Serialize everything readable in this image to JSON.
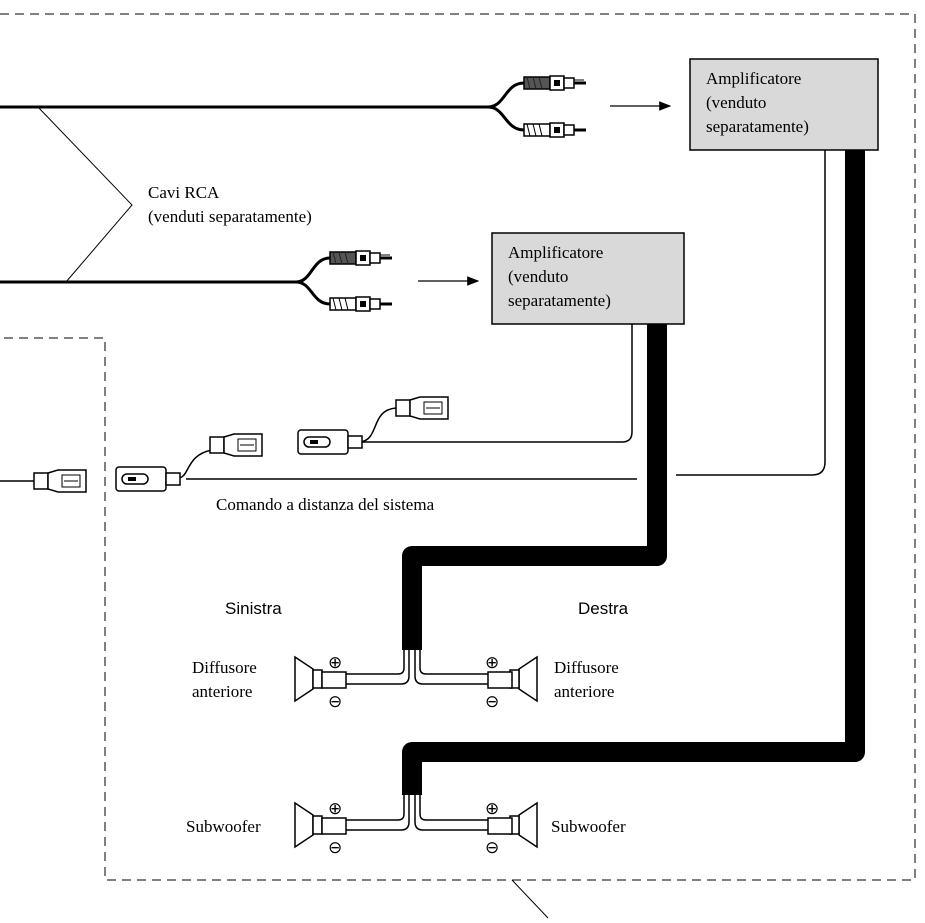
{
  "labels": {
    "amp_top": [
      "Amplificatore",
      "(venduto",
      "separatamente)"
    ],
    "amp_mid": [
      "Amplificatore",
      "(venduto",
      "separatamente)"
    ],
    "rca": [
      "Cavi RCA",
      "(venduti separatamente)"
    ],
    "remote": "Comando a distanza del sistema",
    "left": "Sinistra",
    "right": "Destra",
    "front_left": [
      "Diffusore",
      "anteriore"
    ],
    "front_right": [
      "Diffusore",
      "anteriore"
    ],
    "sub_left": "Subwoofer",
    "sub_right": "Subwoofer",
    "plus": "⊕",
    "minus": "⊖"
  },
  "colors": {
    "amp_fill": "#d9d9d9",
    "wire": "#000000",
    "plug_dark": "#555555"
  },
  "icons": [
    "rca-plug-icon",
    "wire-connector-icon",
    "speaker-icon"
  ]
}
